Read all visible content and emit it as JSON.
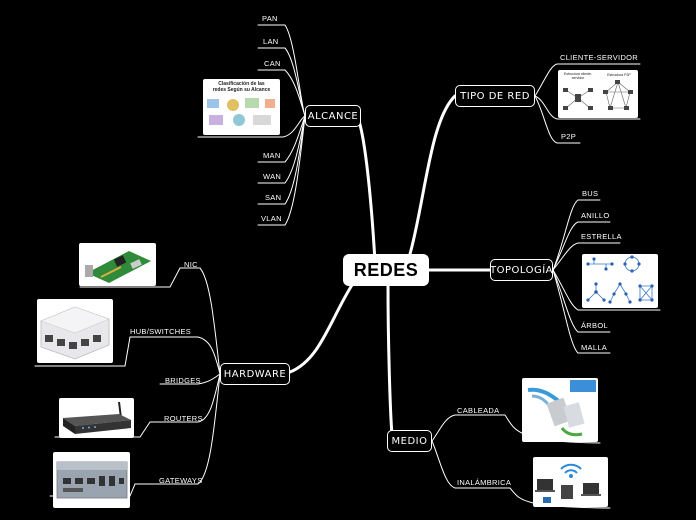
{
  "center": "REDES",
  "branches": {
    "alcance": {
      "label": "ALCANCE",
      "items": [
        "PAN",
        "LAN",
        "CAN",
        "MAN",
        "WAN",
        "SAN",
        "VLAN"
      ],
      "image_title": "Clasificación de las redes Según su Alcance"
    },
    "tipo": {
      "label": "TIPO DE RED",
      "items": [
        "CLIENTE-SERVIDOR",
        "P2P"
      ],
      "image_labels": [
        "Estructura cliente-servidor",
        "Estructura P2P"
      ]
    },
    "topologia": {
      "label": "TOPOLOGÍA",
      "items": [
        "BUS",
        "ANILLO",
        "ESTRELLA",
        "ÁRBOL",
        "MALLA"
      ]
    },
    "medio": {
      "label": "MEDIO",
      "items": [
        "CABLEADA",
        "INALÁMBRICA"
      ]
    },
    "hardware": {
      "label": "HARDWARE",
      "items": [
        "NIC",
        "HUB/SWITCHES",
        "BRIDGES",
        "ROUTERS",
        "GATEWAYS"
      ]
    }
  },
  "colors": {
    "background": "#000000",
    "lines": "#ffffff",
    "center_fill": "#ffffff"
  }
}
